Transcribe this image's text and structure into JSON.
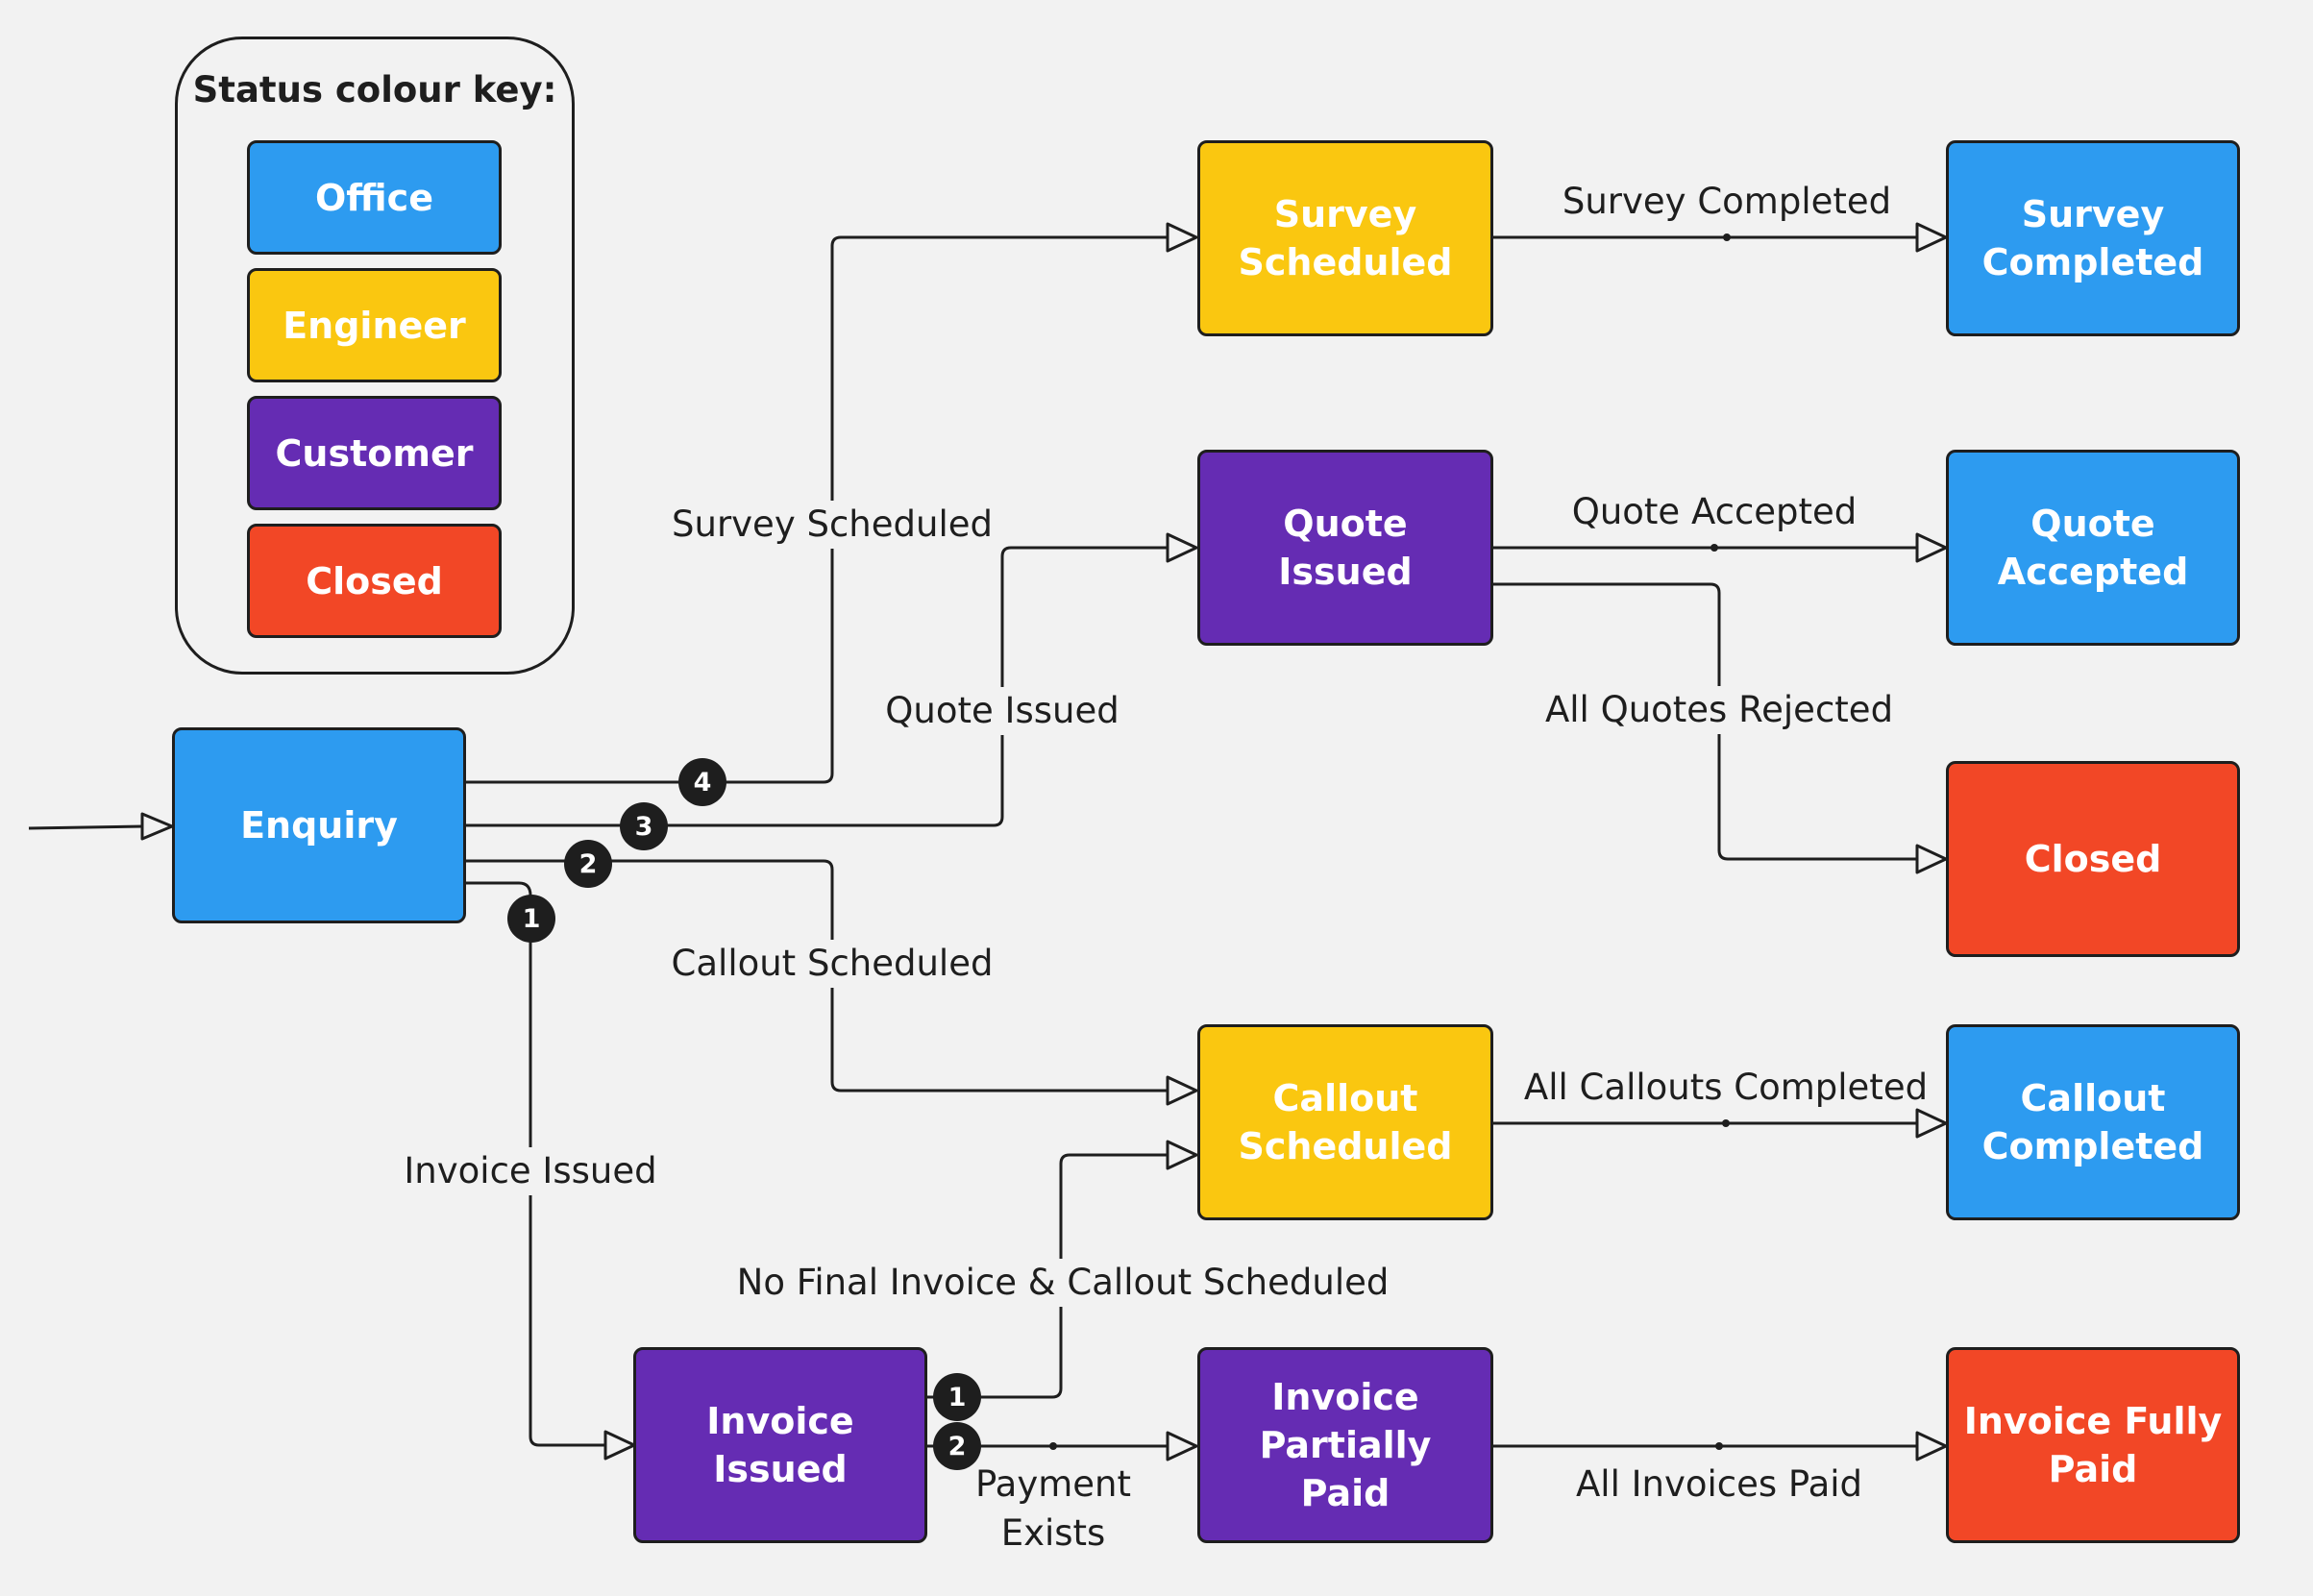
{
  "legend": {
    "title": "Status colour key:",
    "items": [
      {
        "label": "Office",
        "color": "#2d9bf0"
      },
      {
        "label": "Engineer",
        "color": "#fac710"
      },
      {
        "label": "Customer",
        "color": "#652cb3"
      },
      {
        "label": "Closed",
        "color": "#f24726"
      }
    ]
  },
  "nodes": {
    "enquiry": "Enquiry",
    "survey_scheduled": "Survey Scheduled",
    "survey_completed": "Survey Completed",
    "quote_issued": "Quote Issued",
    "quote_accepted": "Quote Accepted",
    "closed": "Closed",
    "callout_scheduled": "Callout Scheduled",
    "callout_completed": "Callout Completed",
    "invoice_issued": "Invoice Issued",
    "invoice_partially_paid": "Invoice Partially Paid",
    "invoice_fully_paid": "Invoice Fully Paid"
  },
  "edge_labels": {
    "survey_scheduled": "Survey Scheduled",
    "survey_completed": "Survey Completed",
    "quote_issued": "Quote Issued",
    "quote_accepted": "Quote Accepted",
    "all_quotes_rejected": "All Quotes Rejected",
    "callout_scheduled": "Callout Scheduled",
    "all_callouts_completed": "All Callouts Completed",
    "invoice_issued": "Invoice Issued",
    "no_final_invoice": "No Final Invoice & Callout Scheduled",
    "payment_exists_line1": "Payment",
    "payment_exists_line2": "Exists",
    "all_invoices_paid": "All Invoices Paid"
  },
  "priority_badges": {
    "enquiry_survey": "4",
    "enquiry_quote": "3",
    "enquiry_callout": "2",
    "enquiry_invoice": "1",
    "invoice_callout": "1",
    "invoice_payment": "2"
  }
}
